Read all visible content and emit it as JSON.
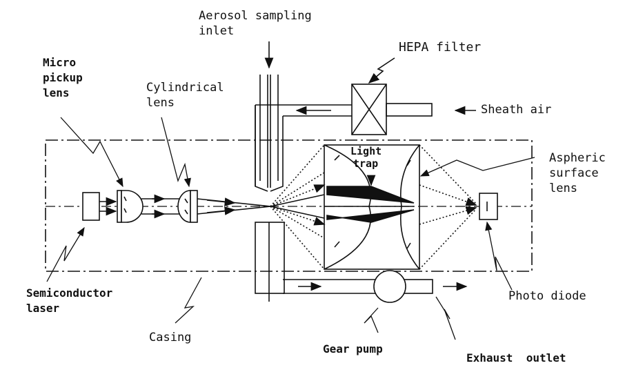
{
  "labels": {
    "aerosol_inlet": {
      "line1": "Aerosol sampling",
      "line2": "inlet"
    },
    "hepa": "HEPA filter",
    "sheath": "Sheath air",
    "micro_lens": {
      "line1": "Micro",
      "line2": "pickup",
      "line3": "lens"
    },
    "cyl_lens": {
      "line1": "Cylindrical",
      "line2": "lens"
    },
    "light_trap": {
      "line1": "Light",
      "line2": "trap"
    },
    "aspheric": {
      "line1": "Aspheric",
      "line2": "surface",
      "line3": "lens"
    },
    "semiconductor": {
      "line1": "Semiconductor",
      "line2": "laser"
    },
    "casing": "Casing",
    "gear_pump": "Gear pump",
    "photo_diode": "Photo diode",
    "exhaust": "Exhaust  outlet"
  }
}
